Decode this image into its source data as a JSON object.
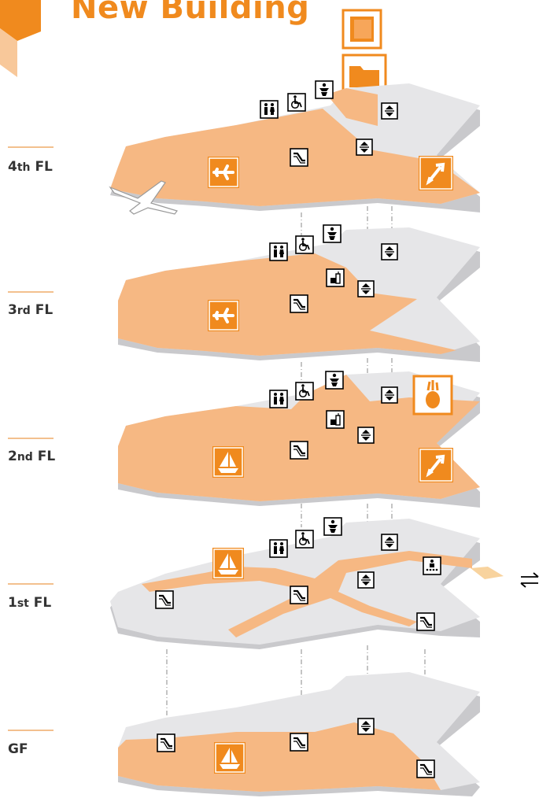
{
  "header": {
    "title": "New Building"
  },
  "floors": [
    {
      "id": "4",
      "number": "4",
      "suffix": "th",
      "unit": "FL"
    },
    {
      "id": "3",
      "number": "3",
      "suffix": "rd",
      "unit": "FL"
    },
    {
      "id": "2",
      "number": "2",
      "suffix": "nd",
      "unit": "FL"
    },
    {
      "id": "1",
      "number": "1",
      "suffix": "st",
      "unit": "FL"
    },
    {
      "id": "G",
      "number": "GF",
      "suffix": "",
      "unit": ""
    }
  ],
  "colors": {
    "accent": "#f08a1e",
    "floor_orange": "#f6b883",
    "floor_gray": "#e6e6e8",
    "floor_side": "#c9c9cc",
    "title_tab": "#f08a1e",
    "title_tab_light": "#f8c89a"
  },
  "icons": [
    "book-icon",
    "folder-icon",
    "restroom-icon",
    "wheelchair-icon",
    "baby-changing-icon",
    "elevator-icon",
    "escalator-icon",
    "airplane-icon",
    "exchange-arrows-icon",
    "sailboat-icon",
    "vegetable-icon",
    "cafe-icon",
    "meeting-icon",
    "connection-arrows-icon"
  ]
}
